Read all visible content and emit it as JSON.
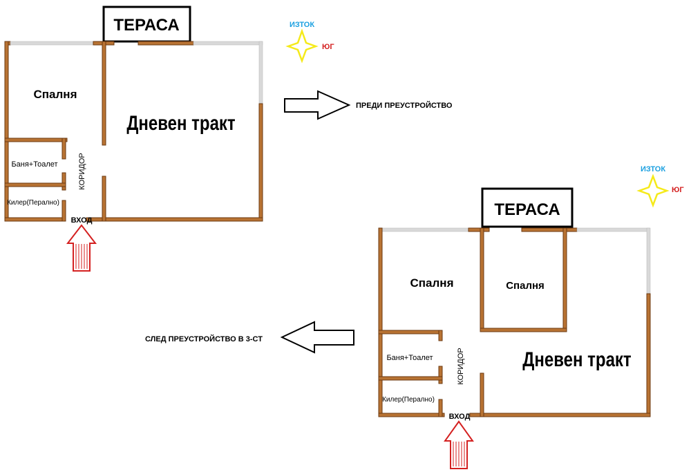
{
  "compass": {
    "east_label": "ИЗТОК",
    "south_label": "ЮГ",
    "east_color": "#1ca0e0",
    "south_color": "#d42020",
    "star_color": "#f5ea1a"
  },
  "before": {
    "terrace": "ТЕРАСА",
    "bedroom": "Спалня",
    "living": "Дневен тракт",
    "bath": "Баня+Тоалет",
    "closet": "Килер(Перално)",
    "corridor": "КОРИДОР",
    "entrance": "ВХОД",
    "caption": "ПРЕДИ ПРЕУСТРОЙСТВО"
  },
  "after": {
    "terrace": "ТЕРАСА",
    "bedroom_1": "Спалня",
    "bedroom_2": "Спалня",
    "living": "Дневен тракт",
    "bath": "Баня+Тоалет",
    "closet": "Килер(Перално)",
    "corridor": "КОРИДОР",
    "entrance": "ВХОД",
    "caption": "СЛЕД ПРЕУСТРОЙСТВО В 3-СТ"
  },
  "colors": {
    "wall": "#b87333",
    "entry_arrow": "#d42020"
  }
}
